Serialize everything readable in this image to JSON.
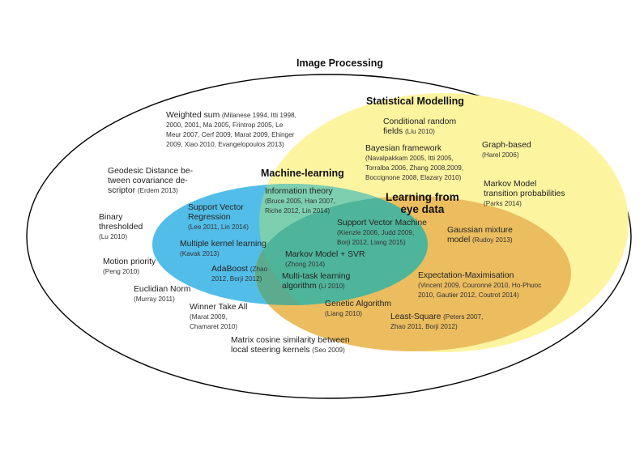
{
  "headers": {
    "image_processing": "Image Processing",
    "statistical_modelling": "Statistical Modelling",
    "machine_learning": "Machine-learning",
    "learning_line1": "Learning from",
    "learning_line2": "eye data"
  },
  "colors": {
    "outer_stroke": "#000000",
    "statistical": "#fdf4a0",
    "machine_learning": "#52bde8",
    "learning_from_eye_data": "#ebbd5f",
    "overlap_ml_stat": "#7dcfb0",
    "overlap_all": "#4eb59a",
    "overlap_ml_learning": "#5cab8f"
  },
  "labels": {
    "weighted_sum": {
      "main": "Weighted sum",
      "c1": "(Milanese 1994, Itti 1998,",
      "c2": "2000, 2001, Ma 2005, Frintrop 2005, Le",
      "c3": "Meur 2007, Cerf 2009,  Marat 2009, Ehinger",
      "c4": "2009, Xiao 2010, Evangelopoulos 2013)"
    },
    "geodesic": {
      "l1": "Geodesic Distance be-",
      "l2": "tween covariance de-",
      "l3a": "scriptor",
      "l3b": "(Erdem 2013)"
    },
    "binary": {
      "l1": "Binary",
      "l2": "thresholded",
      "c": "(Lu 2010)"
    },
    "motion": {
      "main": "Motion priority",
      "c": "(Peng 2010)"
    },
    "euclidian": {
      "main": "Euclidian Norm",
      "c": "(Murray 2011)"
    },
    "winner": {
      "main": "Winner Take All",
      "c1": "(Marat 2009,",
      "c2": "Chamaret 2010)"
    },
    "matrix": {
      "l1": "Matrix cosine similarity between",
      "l2a": "local steering kernels",
      "l2b": "(Seo 2009)"
    },
    "svr": {
      "l1": "Support Vector",
      "l2": "Regression",
      "c": "(Lee 2011, Lin 2014)"
    },
    "mkl": {
      "main": "Multiple kernel learning",
      "c": "(Kavak 2013)"
    },
    "adaboost": {
      "main": "AdaBoost",
      "c1": "(Zhao",
      "c2": "2012, Borji 2012)"
    },
    "info_theory": {
      "main": "Information theory",
      "c1": "(Bruce 2005, Han 2007,",
      "c2": "Riche 2012, Lin 2014)"
    },
    "crf": {
      "l1": "Conditional random",
      "l2a": "fields",
      "c": "(Liu 2010)"
    },
    "bayesian": {
      "main": "Bayesian framework",
      "c1": "(Navalpakkam 2005, Itti 2005,",
      "c2": "Torralba 2006, Zhang 2008,2009,",
      "c3": "Boccignone 2008, Elazary 2010)"
    },
    "graph": {
      "main": "Graph-based",
      "c": "(Harel 2006)"
    },
    "markov_trans": {
      "l1": "Markov Model",
      "l2": "transition probabilities",
      "c": "(Parks 2014)"
    },
    "svm": {
      "main": "Support Vector Machine",
      "c1": "(Kienzle 2006, Judd 2009,",
      "c2": "Borji 2012, Liang 2015)"
    },
    "gmm": {
      "l1": "Gaussian mixture",
      "l2a": "model",
      "c": "(Rudoy 2013)"
    },
    "markov_svr": {
      "main": "Markov Model + SVR",
      "c": "(Zhong 2014)"
    },
    "multitask": {
      "l1": "Multi-task learning",
      "l2a": "algorithm",
      "c": "(Li 2010)"
    },
    "em": {
      "main": "Expectation-Maximisation",
      "c1": "(Vincent 2009, Couronné 2010, Ho-Phuoc",
      "c2": "2010, Gautier 2012, Coutrot 2014)"
    },
    "genetic": {
      "main": "Genetic Algorithm",
      "c": "(Liang 2010)"
    },
    "least_square": {
      "main": "Least-Square",
      "c1": "(Peters 2007,",
      "c2": "Zhao 2011, Borji 2012)"
    }
  }
}
